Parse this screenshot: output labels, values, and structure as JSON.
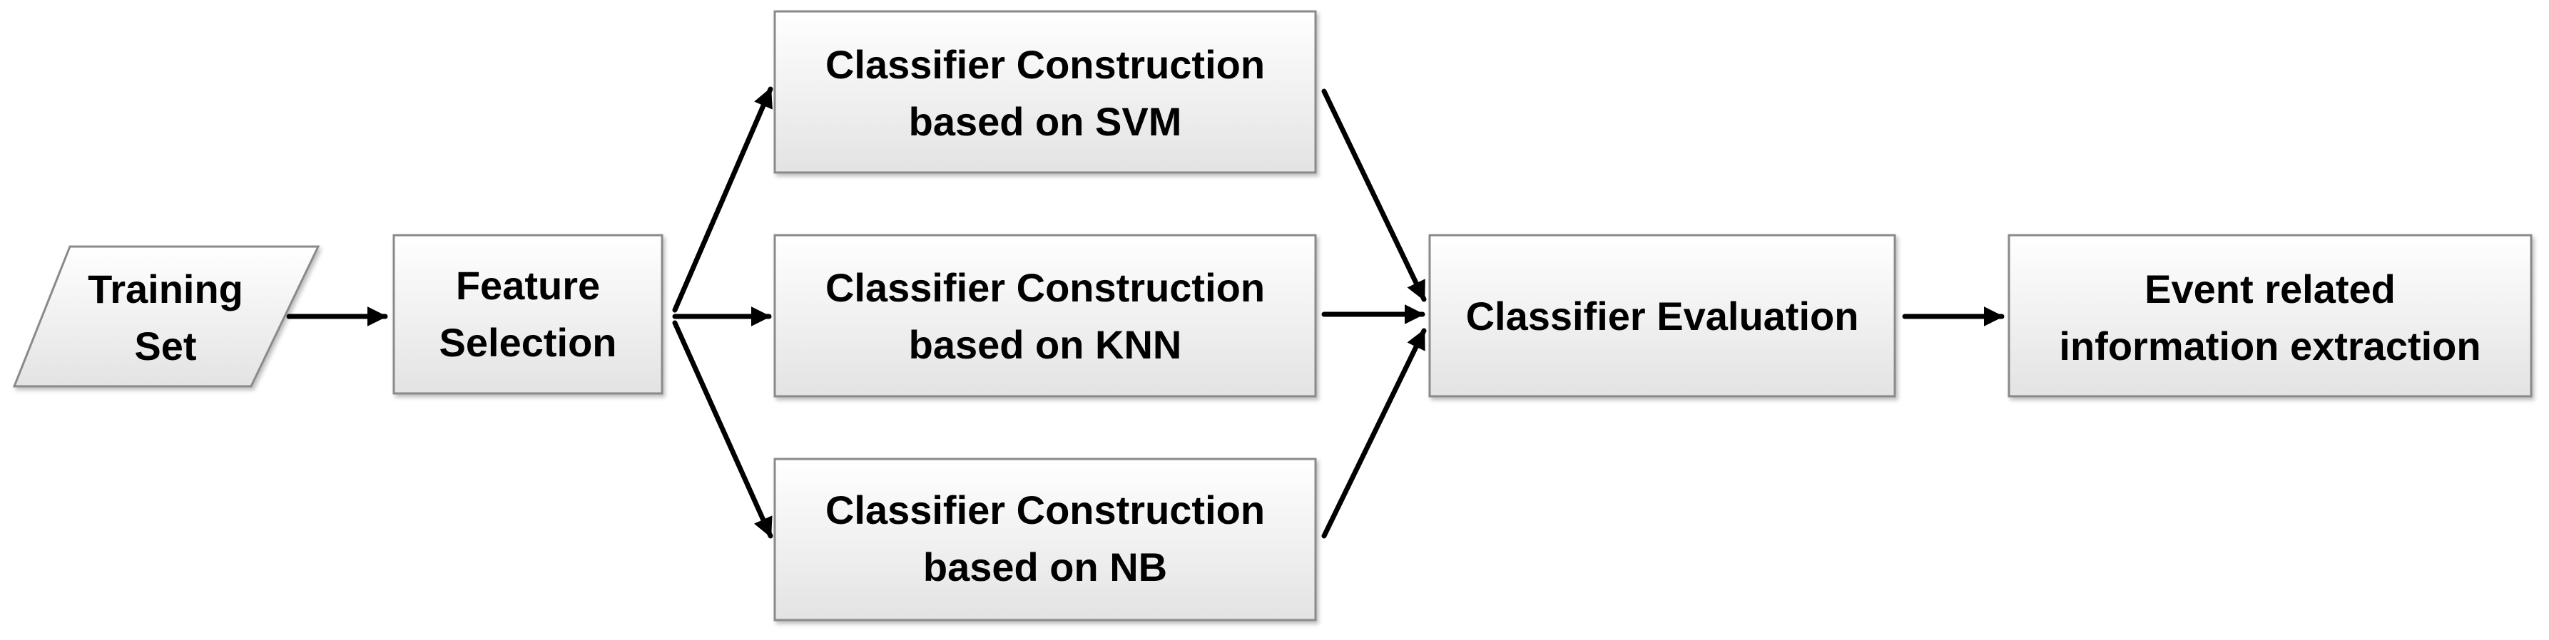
{
  "nodes": {
    "training_set": {
      "lines": [
        "Training",
        "Set"
      ]
    },
    "feature_selection": {
      "lines": [
        "Feature",
        "Selection"
      ]
    },
    "svm": {
      "lines": [
        "Classifier Construction",
        "based on SVM"
      ]
    },
    "knn": {
      "lines": [
        "Classifier Construction",
        "based on KNN"
      ]
    },
    "nb": {
      "lines": [
        "Classifier Construction",
        "based on NB"
      ]
    },
    "evaluation": {
      "lines": [
        "Classifier Evaluation"
      ]
    },
    "extraction": {
      "lines": [
        "Event related",
        "information extraction"
      ]
    }
  },
  "colors": {
    "box_gradient_top": "#ffffff",
    "box_gradient_bottom": "#e3e3e3",
    "box_border": "#8a8a8a",
    "arrow": "#000000",
    "text": "#000000"
  }
}
